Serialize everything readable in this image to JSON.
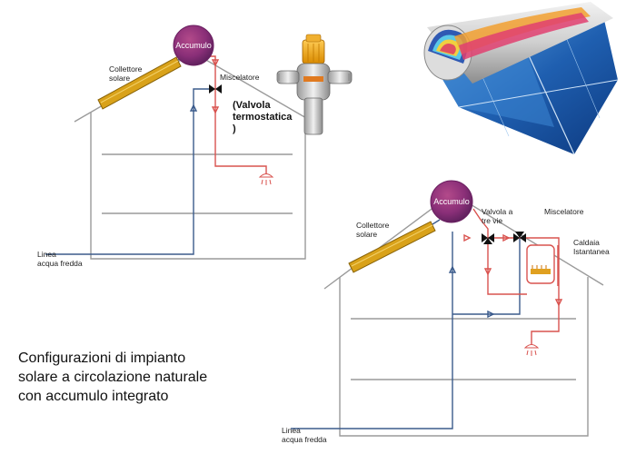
{
  "diagram_top": {
    "tank_label": "Accumulo",
    "collector_label_line1": "Collettore",
    "collector_label_line2": "solare",
    "mixer_label": "Miscelatore",
    "valve_label_line1": "(Valvola",
    "valve_label_line2": "termostatica",
    "valve_label_line3": ")",
    "cold_water_line1": "Linea",
    "cold_water_line2": "acqua fredda"
  },
  "diagram_bottom": {
    "tank_label": "Accumulo",
    "collector_label_line1": "Collettore",
    "collector_label_line2": "solare",
    "three_way_valve_line1": "Valvola a",
    "three_way_valve_line2": "tre vie",
    "mixer_label": "Miscelatore",
    "boiler_label_line1": "Caldaia",
    "boiler_label_line2": "Istantanea",
    "cold_water_line1": "Linea",
    "cold_water_line2": "acqua fredda"
  },
  "caption": {
    "line1": "Configurazioni di impianto",
    "line2": "solare a circolazione naturale",
    "line3": "con accumulo integrato"
  },
  "colors": {
    "hot_pipe": "#d9534f",
    "cold_pipe": "#3b5b8c",
    "collector": "#d9a21a",
    "house_line": "#999999"
  }
}
